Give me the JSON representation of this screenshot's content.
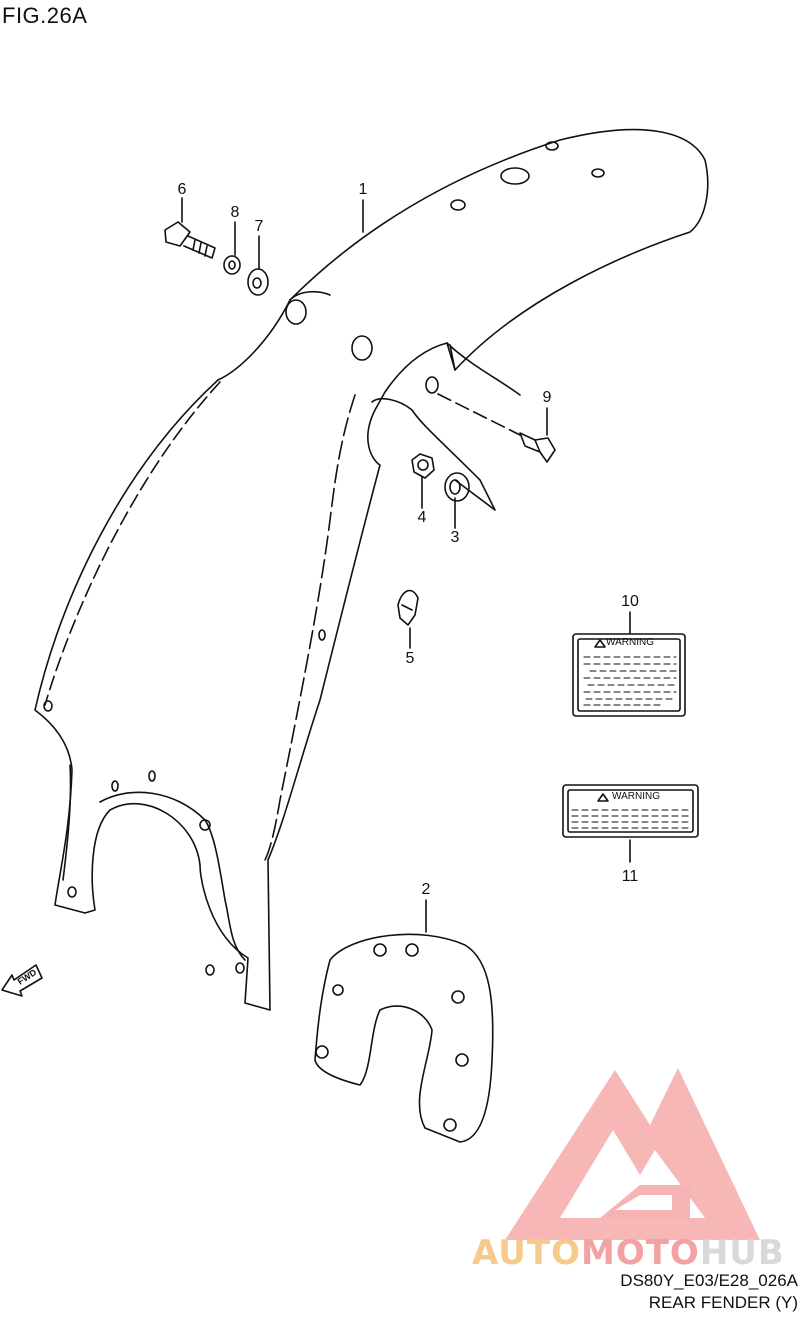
{
  "figure": {
    "title": "FIG.26A"
  },
  "callouts": [
    "1",
    "2",
    "3",
    "4",
    "5",
    "6",
    "7",
    "8",
    "9",
    "10",
    "11"
  ],
  "labels": {
    "warning_1": "WARNING",
    "warning_2": "WARNING",
    "fwd": "FWD"
  },
  "footer": {
    "code": "DS80Y_E03/E28_026A",
    "caption": "REAR FENDER (Y)"
  },
  "watermark": {
    "part1": "AUTO",
    "part2": "MOTO",
    "part3": "HUB"
  },
  "colors": {
    "line": "#111111",
    "logo_red": "#f28b8b",
    "logo_orange": "#f5b66a",
    "logo_gray": "#c8c8c8"
  }
}
